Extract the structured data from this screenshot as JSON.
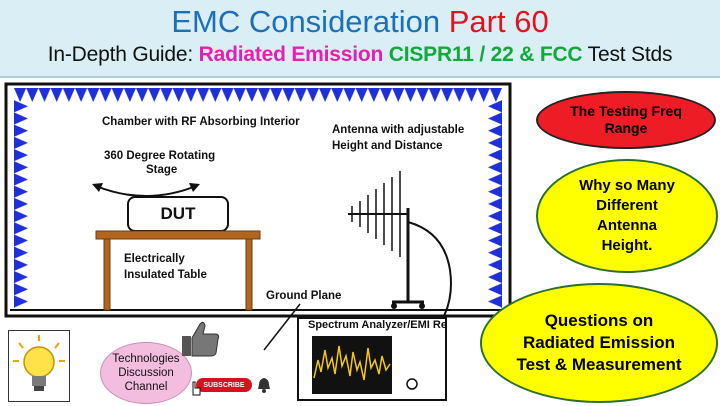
{
  "title": {
    "line1_a": "EMC Consideration",
    "line1_b": "Part 60",
    "line2_a": "In-Depth Guide:",
    "line2_b": "Radiated Emission",
    "line2_c": "CISPR11 / 22 & FCC",
    "line2_d": "Test Stds"
  },
  "scene": {
    "chamber_label": "Chamber with RF Absorbing Interior",
    "stage_label_1": "360 Degree Rotating",
    "stage_label_2": "Stage",
    "dut_label": "DUT",
    "table_label_1": "Electrically",
    "table_label_2": "Insulated Table",
    "antenna_label_1": "Antenna with adjustable",
    "antenna_label_2": "Height and Distance",
    "ground_plane_label": "Ground Plane",
    "analyzer_label": "Spectrum Analyzer/EMI Recei"
  },
  "bubbles": {
    "b1": "The Testing Freq Range",
    "b2": "Why so Many Different Antenna Height.",
    "b3": "Questions on Radiated Emission Test & Measurement"
  },
  "channel": {
    "name": "Technologies Discussion Channel",
    "subscribe": "SUBSCRIBE"
  },
  "colors": {
    "title_blue": "#1f6fb7",
    "title_red": "#e0141c",
    "title_magenta": "#e51eb4",
    "title_green": "#13a83a",
    "chamber_blue": "#1f2fd9",
    "bubble_red": "#ee1c24",
    "bubble_yellow": "#ffff00"
  }
}
